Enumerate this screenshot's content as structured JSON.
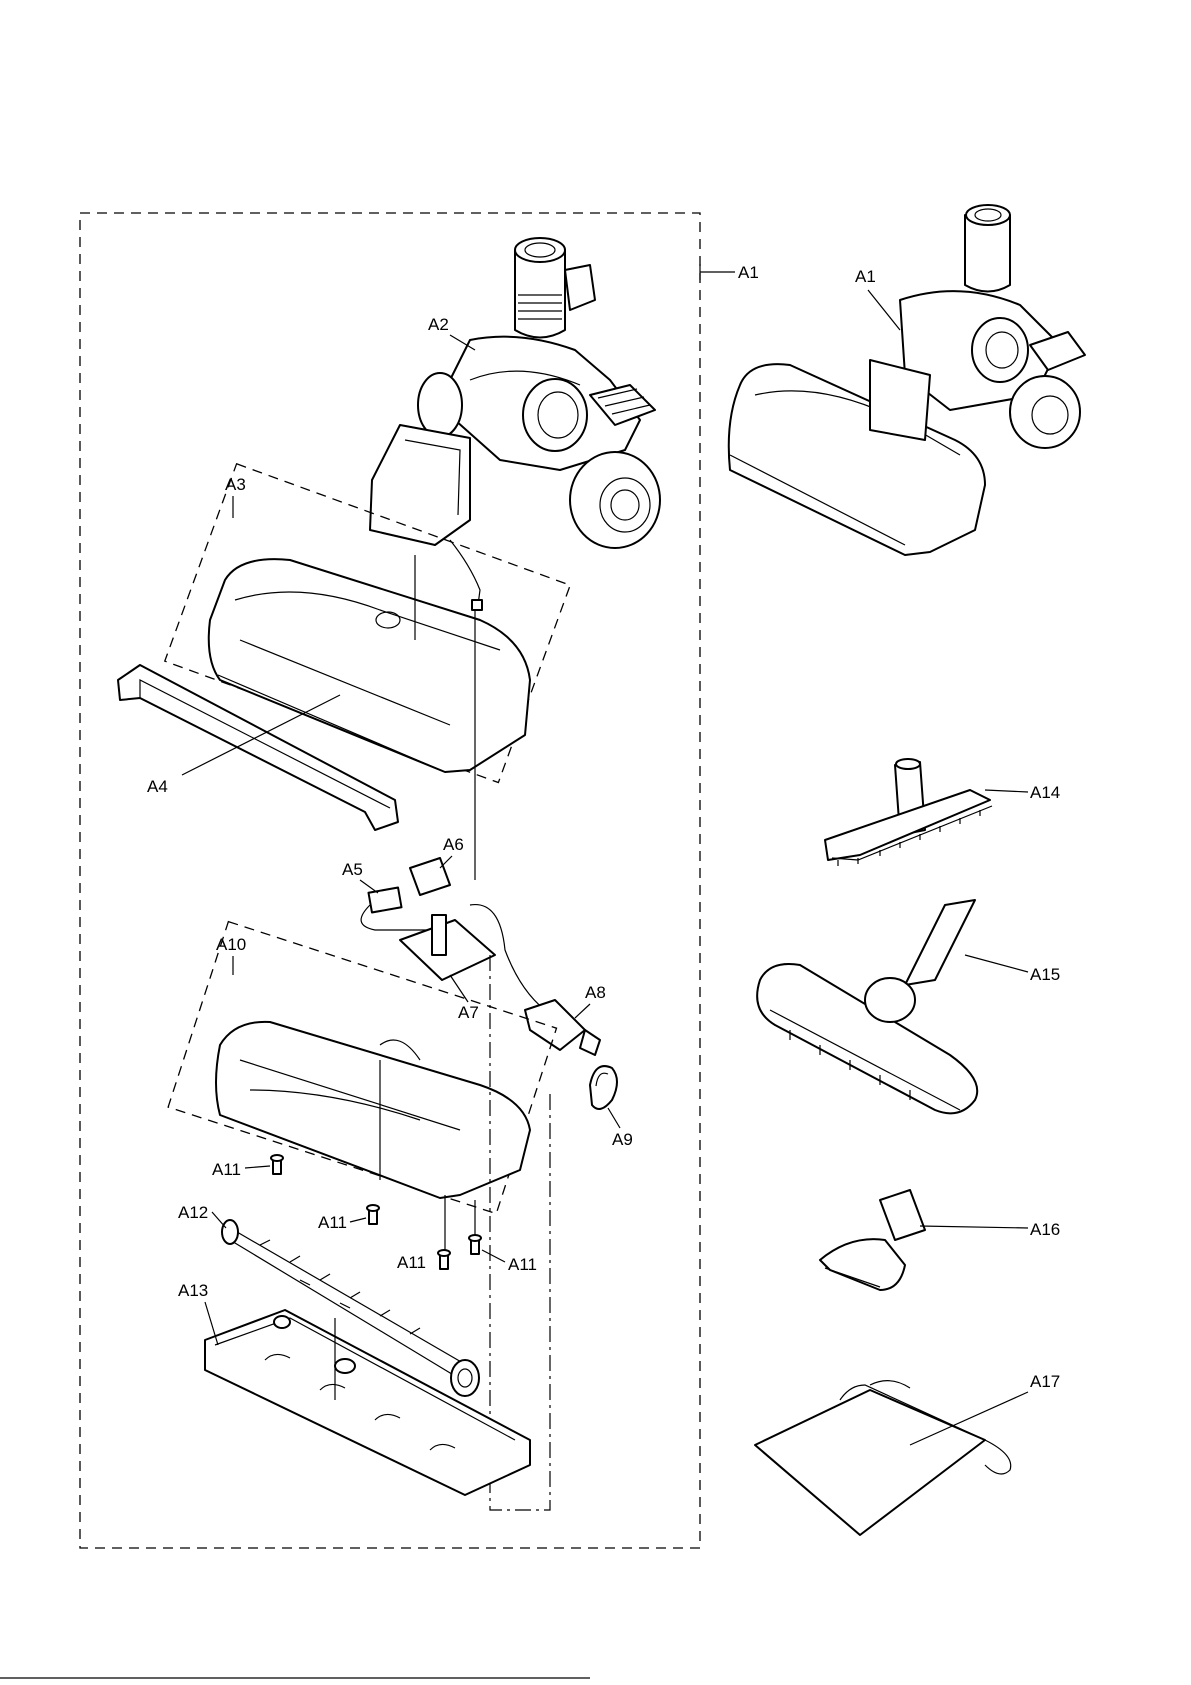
{
  "labels": {
    "a1_group": "A1",
    "a1_assembled": "A1",
    "a2": "A2",
    "a3": "A3",
    "a4": "A4",
    "a5": "A5",
    "a6": "A6",
    "a7": "A7",
    "a8": "A8",
    "a9": "A9",
    "a10": "A10",
    "a11_1": "A11",
    "a11_2": "A11",
    "a11_3": "A11",
    "a11_4": "A11",
    "a12": "A12",
    "a13": "A13",
    "a14": "A14",
    "a15": "A15",
    "a16": "A16",
    "a17": "A17"
  },
  "colors": {
    "line": "#000000",
    "fill": "#ffffff",
    "shade": "#e6e6e6"
  }
}
